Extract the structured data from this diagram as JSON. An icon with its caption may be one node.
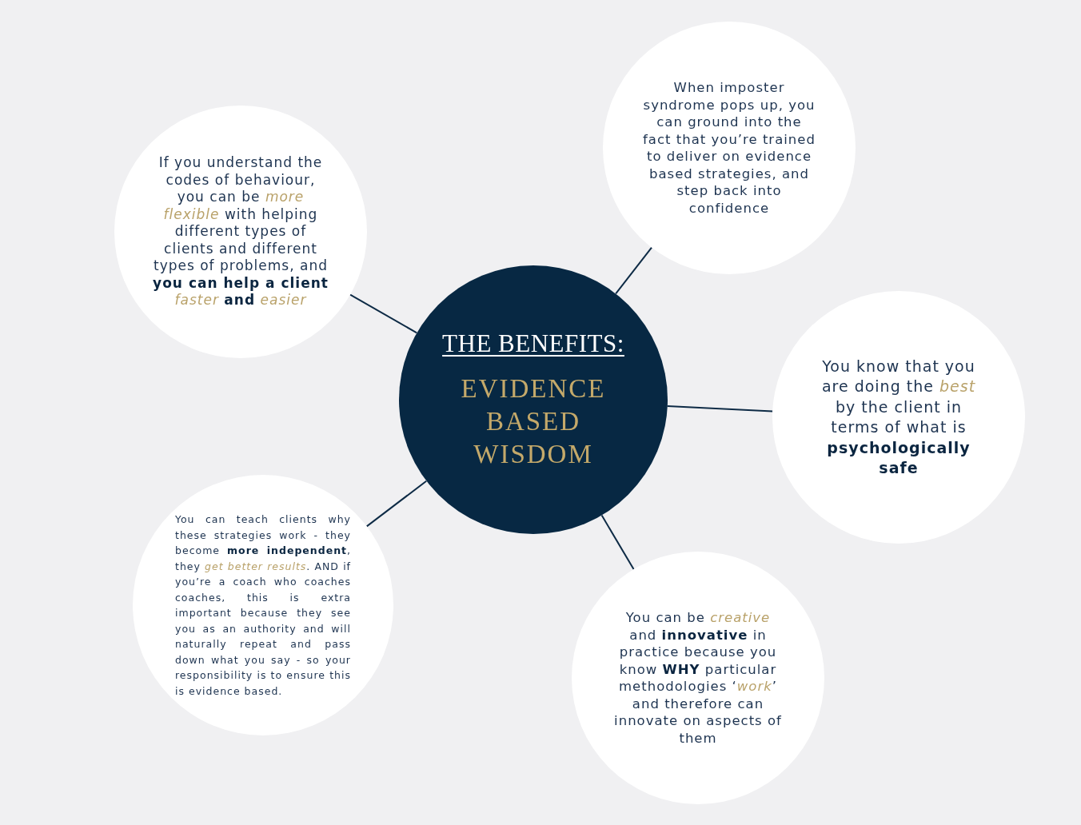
{
  "diagram": {
    "nodes": [
      {
        "text": [
          "THE BENEFITS:",
          "EVIDENCE BASED WISDOM"
        ]
      },
      {
        "text": [
          "If you understand the codes of behaviour, you can be *more flexible* with helping different types of clients and different types of problems, and **you can help a client** *faster* **and** *easier*"
        ]
      },
      {
        "text": [
          "When imposter syndrome pops up, you can ground into the fact that you’re trained to deliver on evidence based strategies, and step back into confidence"
        ]
      },
      {
        "text": [
          "You know that you are doing the *best* by the client in terms of what is **psychologically safe**"
        ]
      },
      {
        "text": [
          "You can be *creative* and **innovative** in practice because you know **WHY** particular methodologies ‘*work*’ and therefore can innovate on aspects of them"
        ]
      },
      {
        "text": [
          "You can teach clients why these strategies work - they become **more independent**, they *get better results*. AND if you’re a coach who coaches coaches, this is extra important because they see you as an authority and will naturally repeat and pass down what you say - so your responsibility is to ensure this is evidence based."
        ]
      }
    ],
    "edges": [
      {
        "from": 0,
        "to": 1,
        "arrow": "none"
      },
      {
        "from": 0,
        "to": 2,
        "arrow": "none"
      },
      {
        "from": 0,
        "to": 3,
        "arrow": "none"
      },
      {
        "from": 0,
        "to": 4,
        "arrow": "none"
      },
      {
        "from": 0,
        "to": 5,
        "arrow": "none"
      }
    ]
  }
}
